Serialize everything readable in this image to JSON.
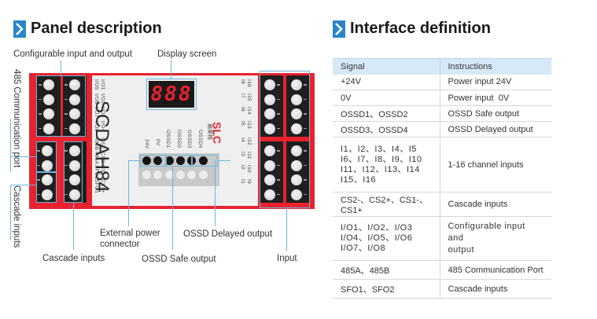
{
  "colors": {
    "accent_blue": "#2a86c8",
    "device_red": "#e8232f",
    "callout_line": "#6ab8dc",
    "table_header_bg": "#d6e9f6"
  },
  "left_section": {
    "title": "Panel description",
    "icon": "chevron-right-icon",
    "callouts": {
      "configurable_io": "Configurable input and output",
      "display_screen": "Display screen",
      "rs485_port": "485 Communication port",
      "cascade_inputs_left": "Cascade inputs",
      "cascade_inputs_bottom": "Cascade inputs",
      "external_power": "External power connector",
      "ossd_safe": "OSSD Safe output",
      "ossd_delayed": "OSSD Delayed output",
      "input": "Input"
    },
    "device": {
      "model": "SCDAH84",
      "display_value": "888",
      "brand_logo": "SLC",
      "brand_cn": "施莱格",
      "left_labels_col1": [
        "I/O1",
        "I/O2",
        "I/O3",
        "I/O4",
        "CS2-",
        "CS2+",
        "CS1-",
        "CS1+"
      ],
      "left_labels_col2": [
        "I/O5",
        "I/O6",
        "I/O7",
        "I/O8",
        "485B",
        "485A",
        "SFO2",
        "SFO1"
      ],
      "right_labels_col1": [
        "I16",
        "I15",
        "I14",
        "I13",
        "I12",
        "I11",
        "I10",
        "I9"
      ],
      "right_labels_col2": [
        "I8",
        "I7",
        "I6",
        "I5",
        "I4",
        "I3",
        "I2",
        "I1"
      ],
      "power_labels": [
        "24V",
        "0V",
        "OSSD1",
        "OSSD2",
        "OSSD3",
        "OSSD4"
      ]
    }
  },
  "right_section": {
    "title": "Interface definition",
    "icon": "chevron-right-icon",
    "table": {
      "headers": [
        "Signal",
        "Instructions"
      ],
      "rows": [
        {
          "signal": "+24V",
          "instruction": "Power input 24V"
        },
        {
          "signal": "0V",
          "instruction": "Power input  0V"
        },
        {
          "signal": "OSSD1、OSSD2",
          "instruction": "OSSD Safe output"
        },
        {
          "signal": "OSSD3、OSSD4",
          "instruction": "OSSD Delayed output"
        },
        {
          "signal": "I1、I2、I3、I4、I5\nI6、I7、I8、I9、I10\nI11、I12、I13、I14\nI15、I16",
          "instruction": "1-16 channel inputs"
        },
        {
          "signal": "CS2-、CS2+、CS1-、CS1+",
          "instruction": "Cascade inputs"
        },
        {
          "signal": "I/O1、I/O2、I/O3\nI/O4、I/O5、I/O6\nI/O7、I/O8",
          "instruction": "Configurable input and\noutput"
        },
        {
          "signal": "485A、485B",
          "instruction": "485 Communication Port"
        },
        {
          "signal": "SFO1、SFO2",
          "instruction": "Cascade inputs"
        }
      ]
    }
  }
}
